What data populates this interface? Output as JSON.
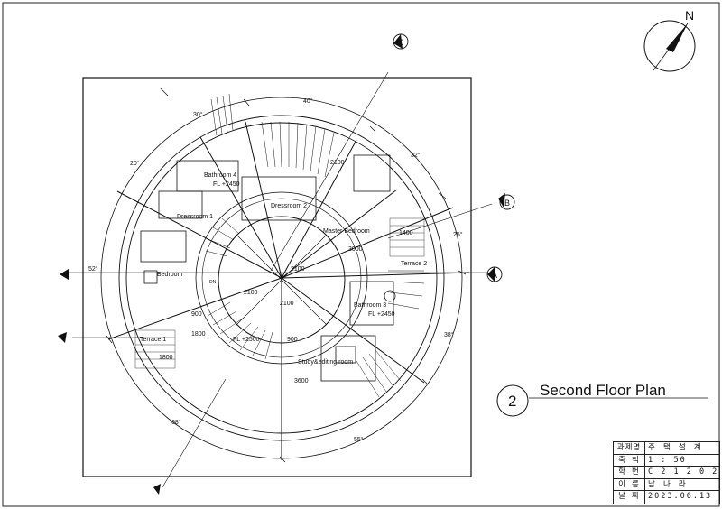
{
  "drawing": {
    "number": "2",
    "title": "Second Floor Plan",
    "north_label": "N"
  },
  "grid_axes": [
    "A",
    "B",
    "C"
  ],
  "rooms": {
    "bathroom4": "Bathroom 4",
    "bathroom4_fl": "FL +2450",
    "dressroom1": "Dressroom 1",
    "dressroom2": "Dressroom 2",
    "master_bedroom": "Master Bedroom",
    "bedroom": "Bedroom",
    "terrace1": "Terrace 1",
    "terrace2": "Terrace 2",
    "bathroom3": "Bathroom 3",
    "bathroom3_fl": "FL +2450",
    "study": "Study&editing room",
    "hall_fl": "FL +2500",
    "dn": "DN"
  },
  "dimensions": {
    "angle_30": "30°",
    "angle_40": "40°",
    "angle_32": "32°",
    "angle_25": "25°",
    "angle_20": "20°",
    "angle_52": "52°",
    "angle_38": "38°",
    "angle_55": "55°",
    "angle_68": "68°",
    "d2100_top": "2100",
    "d1400": "1400",
    "d3000": "3000",
    "d2100_a": "2100",
    "d2100_b": "2100",
    "d2100_c": "2100",
    "d900_a": "900",
    "d900_b": "900",
    "d1800_a": "1800",
    "d1800_b": "1800",
    "d3600": "3600"
  },
  "title_block": [
    {
      "key": "과제명",
      "value": "주  택  설  계"
    },
    {
      "key": "축  척",
      "value": "1    :    50"
    },
    {
      "key": "학  번",
      "value": "C 2 1 2 0 2 2"
    },
    {
      "key": "이  름",
      "value": "남    나    라"
    },
    {
      "key": "날  짜",
      "value": "2023.06.13"
    }
  ]
}
